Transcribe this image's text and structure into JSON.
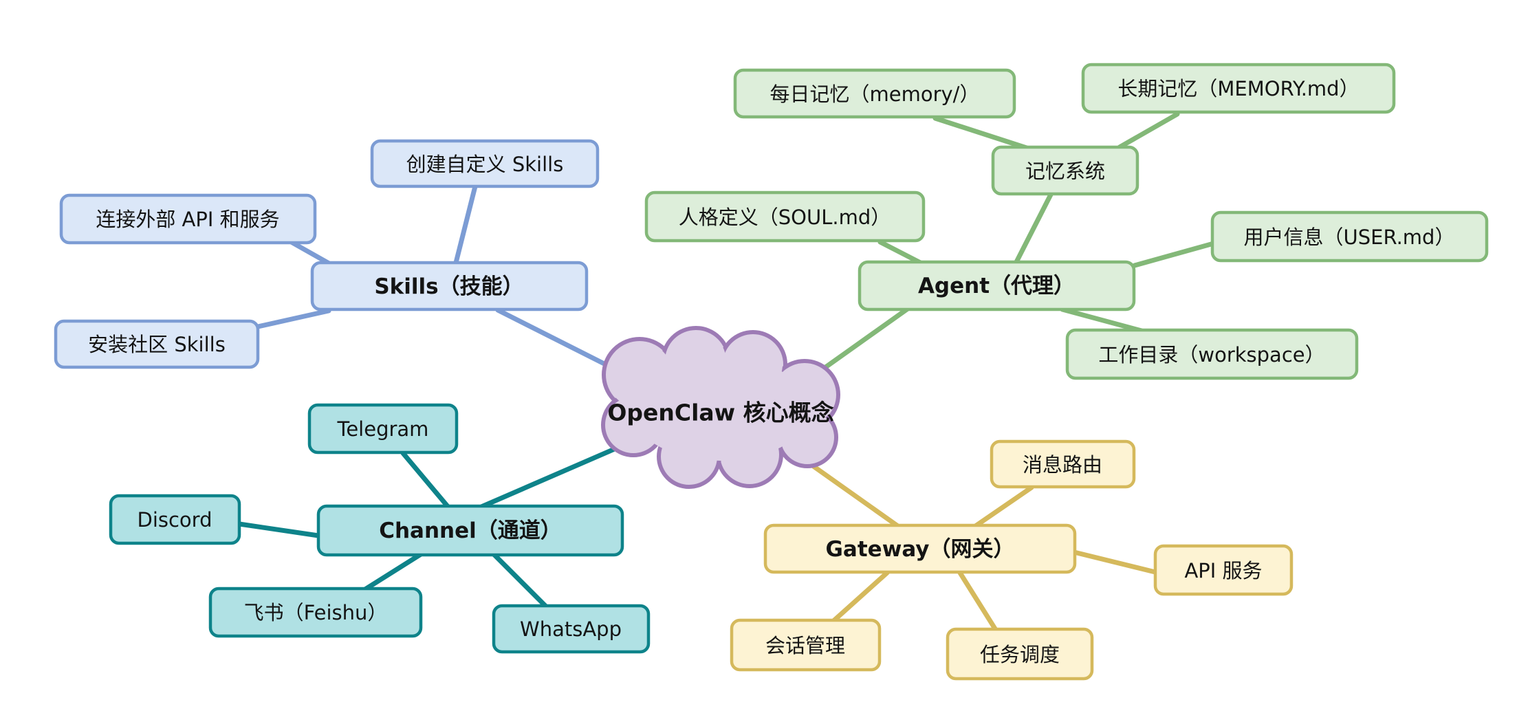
{
  "palette": {
    "background": "#ffffff",
    "text": "#141414",
    "center_fill": "#ded2e6",
    "center_border": "#9d7bb5",
    "skills_fill": "#dbe7f8",
    "skills_border": "#7c9cd4",
    "agent_fill": "#ddeeda",
    "agent_border": "#83b878",
    "channel_fill": "#b0e1e4",
    "channel_border": "#0e838a",
    "gateway_fill": "#fdf3d3",
    "gateway_border": "#d5b95c"
  },
  "mindmap": {
    "center": {
      "label": "OpenClaw 核心概念"
    },
    "branches": {
      "skills": {
        "label": "Skills（技能）",
        "children": {
          "create_custom": {
            "label": "创建自定义 Skills"
          },
          "external_api": {
            "label": "连接外部 API 和服务"
          },
          "community": {
            "label": "安装社区 Skills"
          }
        }
      },
      "agent": {
        "label": "Agent（代理）",
        "children": {
          "memory_system": {
            "label": "记忆系统",
            "children": {
              "daily_memory": {
                "label": "每日记忆（memory/）"
              },
              "long_term_memory": {
                "label": "长期记忆（MEMORY.md）"
              }
            }
          },
          "soul": {
            "label": "人格定义（SOUL.md）"
          },
          "user_info": {
            "label": "用户信息（USER.md）"
          },
          "workspace": {
            "label": "工作目录（workspace）"
          }
        }
      },
      "channel": {
        "label": "Channel（通道）",
        "children": {
          "telegram": {
            "label": "Telegram"
          },
          "discord": {
            "label": "Discord"
          },
          "feishu": {
            "label": "飞书（Feishu）"
          },
          "whatsapp": {
            "label": "WhatsApp"
          }
        }
      },
      "gateway": {
        "label": "Gateway（网关）",
        "children": {
          "message_routing": {
            "label": "消息路由"
          },
          "api_service": {
            "label": "API 服务"
          },
          "session_mgmt": {
            "label": "会话管理"
          },
          "task_scheduling": {
            "label": "任务调度"
          }
        }
      }
    }
  }
}
